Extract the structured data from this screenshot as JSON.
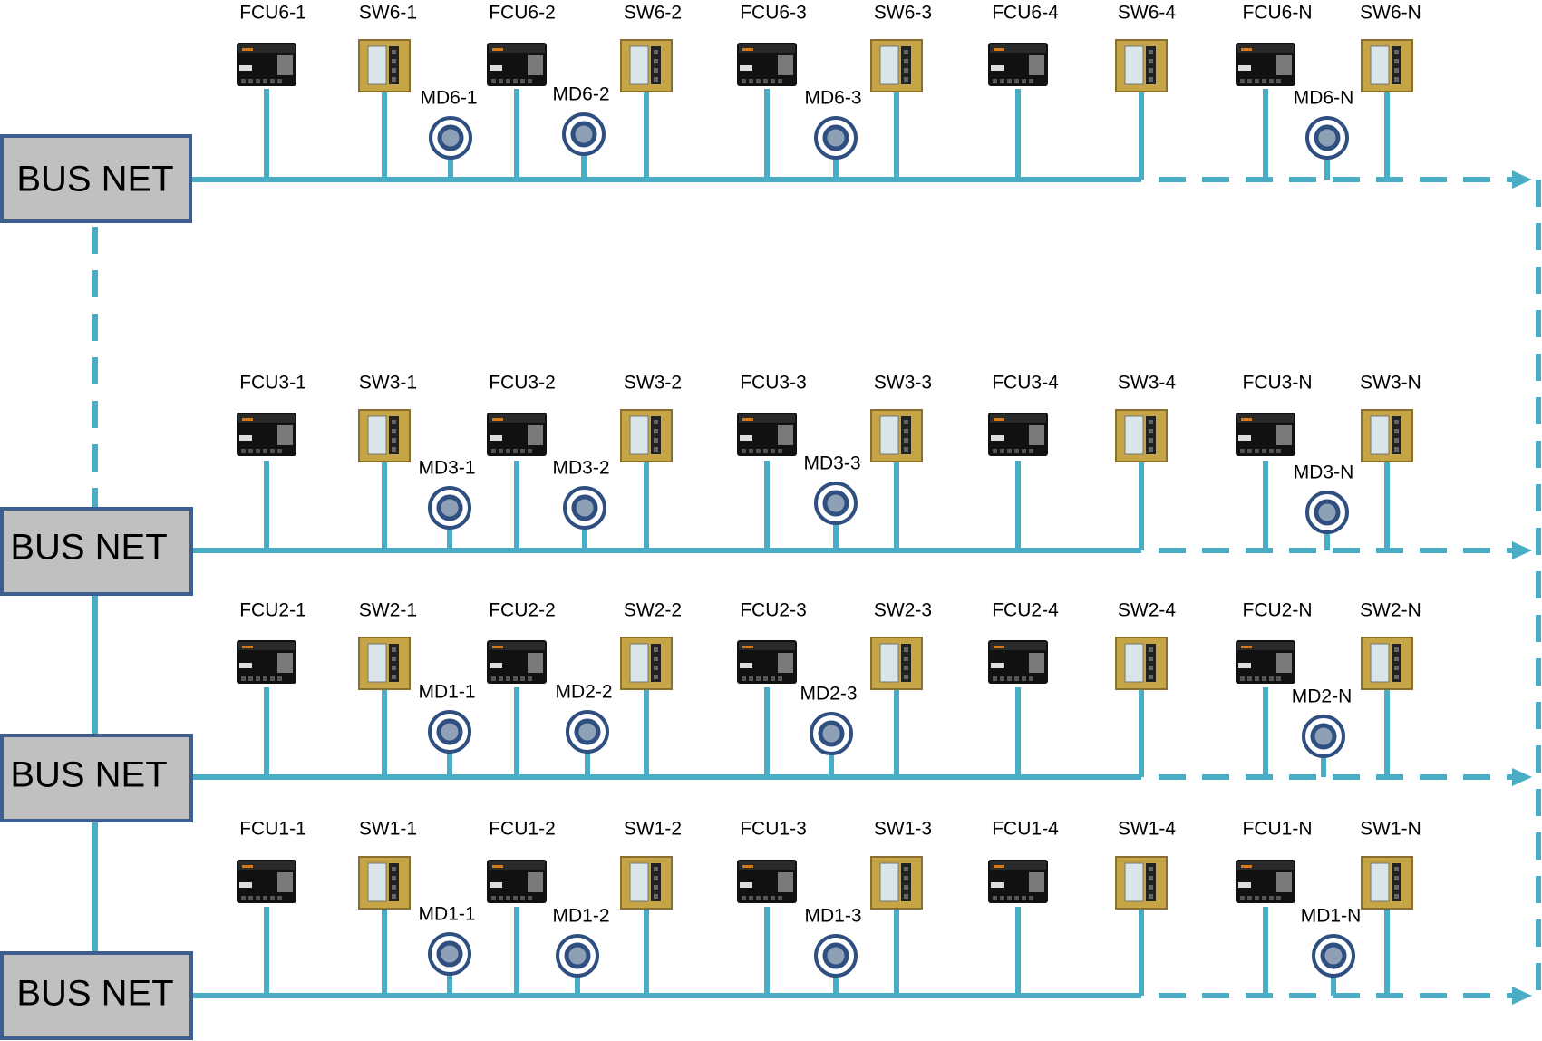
{
  "bus_label": "BUS NET",
  "colors": {
    "wire": "#4bacc6",
    "bus_fill": "#c0c0c0",
    "bus_stroke": "#3c5f8f",
    "sensor_ring": "#2f4f80",
    "sensor_core": "#8ea0b5",
    "fcu_body": "#111111",
    "fcu_display": "#7a7a7a",
    "switch_frame": "#c5a546",
    "switch_panel": "#d8e6ea"
  },
  "icons": {
    "fcu": "fcu-controller-icon",
    "switch": "wall-switch-panel-icon",
    "sensor": "motion-detector-icon"
  },
  "rows": [
    {
      "floor": 6,
      "devices": [
        "FCU6-1",
        "SW6-1",
        "FCU6-2",
        "SW6-2",
        "FCU6-3",
        "SW6-3",
        "FCU6-4",
        "SW6-4",
        "FCU6-N",
        "SW6-N"
      ],
      "sensors": [
        "MD6-1",
        "MD6-2",
        "MD6-3",
        "MD6-N"
      ]
    },
    {
      "floor": 3,
      "devices": [
        "FCU3-1",
        "SW3-1",
        "FCU3-2",
        "SW3-2",
        "FCU3-3",
        "SW3-3",
        "FCU3-4",
        "SW3-4",
        "FCU3-N",
        "SW3-N"
      ],
      "sensors": [
        "MD3-1",
        "MD3-2",
        "MD3-3",
        "MD3-N"
      ]
    },
    {
      "floor": 2,
      "devices": [
        "FCU2-1",
        "SW2-1",
        "FCU2-2",
        "SW2-2",
        "FCU2-3",
        "SW2-3",
        "FCU2-4",
        "SW2-4",
        "FCU2-N",
        "SW2-N"
      ],
      "sensors": [
        "MD1-1",
        "MD2-2",
        "MD2-3",
        "MD2-N"
      ]
    },
    {
      "floor": 1,
      "devices": [
        "FCU1-1",
        "SW1-1",
        "FCU1-2",
        "SW1-2",
        "FCU1-3",
        "SW1-3",
        "FCU1-4",
        "SW1-4",
        "FCU1-N",
        "SW1-N"
      ],
      "sensors": [
        "MD1-1",
        "MD1-2",
        "MD1-3",
        "MD1-N"
      ]
    }
  ]
}
